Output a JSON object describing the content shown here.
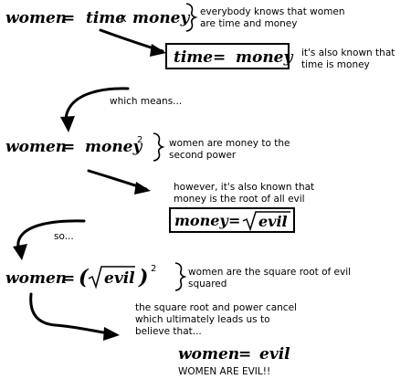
{
  "step1": {
    "women": "women",
    "equals": "=",
    "time": "time",
    "times": "x",
    "money": "money",
    "note_line1": "everybody knows that women",
    "note_line2": "are time and money"
  },
  "step2": {
    "time": "time",
    "equals": "=",
    "money": "money",
    "note_line1": "it's also known that",
    "note_line2": "time is money"
  },
  "connector1": "which means...",
  "step3": {
    "women": "women",
    "equals": "=",
    "money": "money",
    "exponent": "2",
    "note_line1": "women are money to the",
    "note_line2": "second power"
  },
  "step4": {
    "note_line1": "however, it's also known that",
    "note_line2": "money is the root of all evil",
    "money": "money",
    "equals": "=",
    "evil": "evil"
  },
  "connector2": "so...",
  "step5": {
    "women": "women",
    "equals": "=",
    "open_paren": "(",
    "evil": "evil",
    "close_paren": ")",
    "exponent": "2",
    "note_line1": "women are the square root of evil",
    "note_line2": "squared"
  },
  "step6": {
    "note_line1": "the square root and power cancel",
    "note_line2": "which ultimately leads us to",
    "note_line3": "believe that...",
    "women": "women",
    "equals": "=",
    "evil": "evil",
    "conclusion": "WOMEN ARE EVIL!!"
  }
}
